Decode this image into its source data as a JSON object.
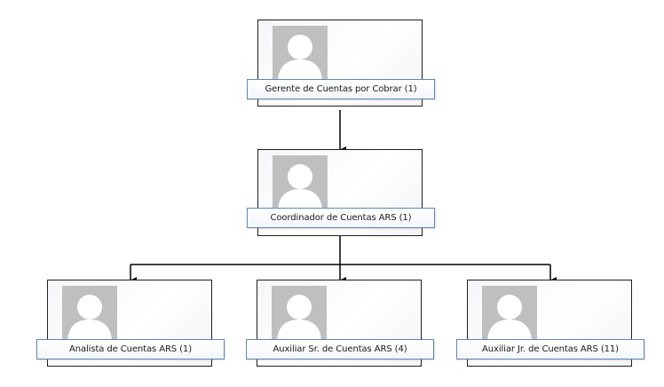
{
  "org_chart": {
    "nodes": [
      {
        "id": "gerente",
        "title": "Gerente de Cuentas por Cobrar (1)"
      },
      {
        "id": "coordinador",
        "title": "Coordinador de Cuentas ARS (1)"
      },
      {
        "id": "analista",
        "title": "Analista de Cuentas ARS (1)"
      },
      {
        "id": "auxiliar-sr",
        "title": "Auxiliar Sr. de Cuentas ARS (4)"
      },
      {
        "id": "auxiliar-jr",
        "title": "Auxiliar Jr. de Cuentas ARS (11)"
      }
    ],
    "edges": [
      {
        "from": "gerente",
        "to": "coordinador"
      },
      {
        "from": "coordinador",
        "to": "analista"
      },
      {
        "from": "coordinador",
        "to": "auxiliar-sr"
      },
      {
        "from": "coordinador",
        "to": "auxiliar-jr"
      }
    ],
    "colors": {
      "card_border": "#1f1f1f",
      "label_border": "#5f87b3",
      "photo_background": "#bfbfbf",
      "placeholder_figure": "#ffffff",
      "connector": "#000000"
    },
    "photo_icon": "person-placeholder-icon"
  }
}
